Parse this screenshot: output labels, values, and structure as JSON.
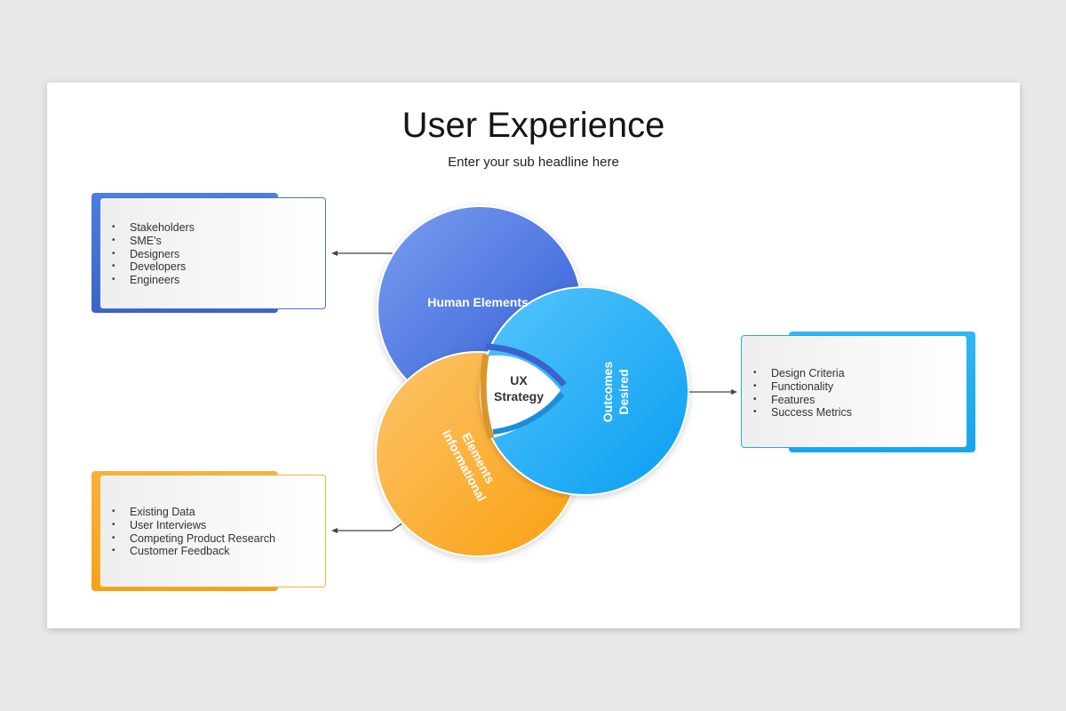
{
  "title": "User Experience",
  "subtitle": "Enter your sub headline here",
  "colors": {
    "human": "#4a77e0",
    "outcomes": "#17a8f5",
    "informational": "#fca51a",
    "center_text": "#333333"
  },
  "circles": {
    "human": {
      "label": "Human Elements"
    },
    "outcomes": {
      "label_line1": "Outcomes",
      "label_line2": "Desired"
    },
    "informational": {
      "label_line1": "Informational",
      "label_line2": "Elements"
    },
    "center": {
      "line1": "UX",
      "line2": "Strategy"
    }
  },
  "boxes": {
    "human": {
      "items": [
        "Stakeholders",
        "SME's",
        "Designers",
        "Developers",
        "Engineers"
      ]
    },
    "outcomes": {
      "items": [
        "Design Criteria",
        "Functionality",
        "Features",
        "Success Metrics"
      ]
    },
    "informational": {
      "items": [
        "Existing Data",
        "User Interviews",
        "Competing Product Research",
        "Customer Feedback"
      ]
    }
  }
}
